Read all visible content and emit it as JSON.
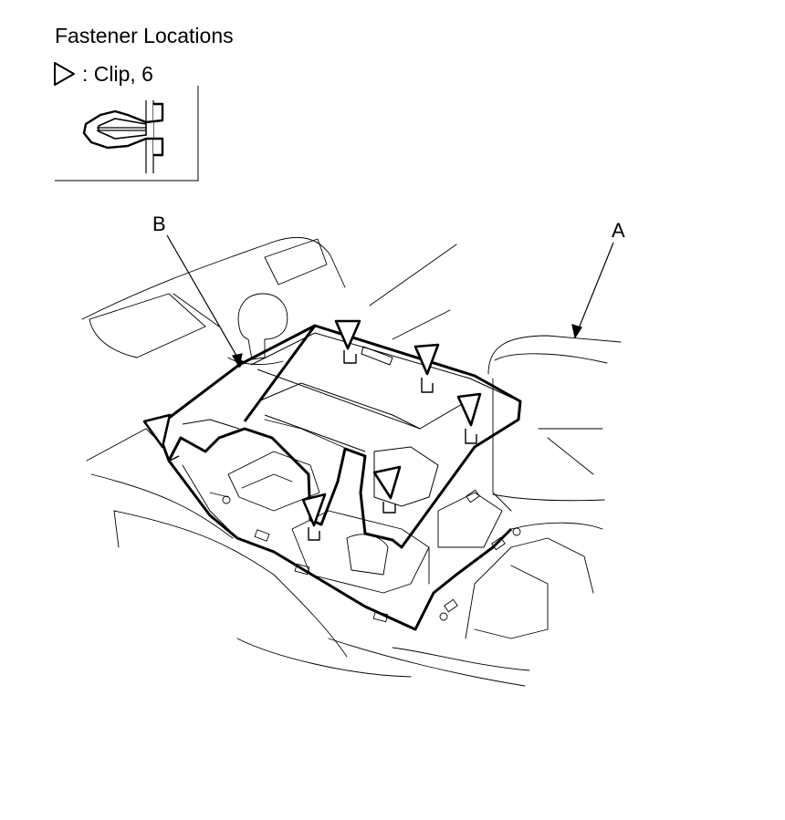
{
  "title": "Fastener Locations",
  "legend": {
    "text": ": Clip, 6",
    "symbol": "triangle-outline-icon"
  },
  "callouts": {
    "a": "A",
    "b": "B"
  },
  "colors": {
    "line": "#000000",
    "background": "#ffffff",
    "hatch": "#777777"
  }
}
